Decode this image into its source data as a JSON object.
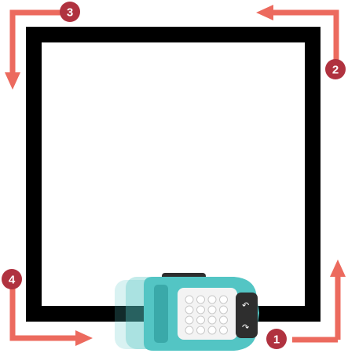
{
  "colors": {
    "track": "#000000",
    "arrow": "#ec6a5e",
    "badge_fill": "#b0323f",
    "badge_text": "#ffffff",
    "robot_body": "#53c5c4",
    "robot_body_dark": "#3aa9a9",
    "robot_panel": "#f3f3f3",
    "robot_wheel": "#2e2e2e"
  },
  "track": {
    "shape": "square-loop"
  },
  "steps": [
    {
      "number": "1",
      "direction": "up",
      "icon": "arrow-up-icon"
    },
    {
      "number": "2",
      "direction": "left",
      "icon": "arrow-left-icon"
    },
    {
      "number": "3",
      "direction": "down",
      "icon": "arrow-down-icon"
    },
    {
      "number": "4",
      "direction": "right",
      "icon": "arrow-right-icon"
    }
  ],
  "robot": {
    "icon": "line-following-robot-icon",
    "heading": "right",
    "button_grid": "4x4"
  }
}
